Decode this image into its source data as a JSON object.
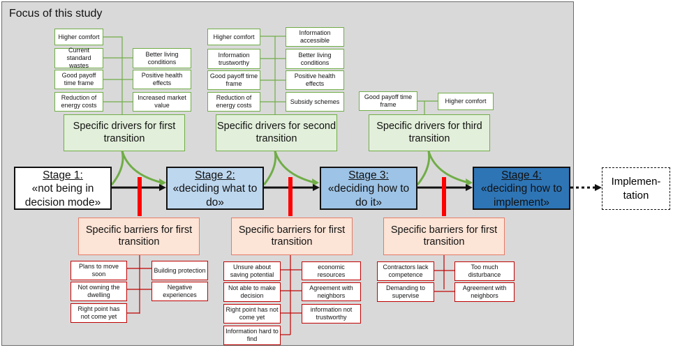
{
  "focus_title": "Focus of this study",
  "stages": [
    {
      "title": "Stage 1:",
      "text": "«not being in decision mode»"
    },
    {
      "title": "Stage 2:",
      "text": "«deciding what to do»"
    },
    {
      "title": "Stage 3:",
      "text": "«deciding how to do it»"
    },
    {
      "title": "Stage 4:",
      "text": "«deciding how to implement»"
    }
  ],
  "implementation": "Implemen-tation",
  "drivers": [
    {
      "label": "Specific drivers for first transition",
      "left": [
        "Higher comfort",
        "Current standard wastes",
        "Good payoff time frame",
        "Reduction of energy costs"
      ],
      "right": [
        "Better living conditions",
        "Positive health effects",
        "Increased market value"
      ]
    },
    {
      "label": "Specific drivers for second transition",
      "left": [
        "Higher comfort",
        "Information trustworthy",
        "Good payoff time frame",
        "Reduction of energy costs"
      ],
      "right": [
        "Information accessible",
        "Better living conditions",
        "Positive health effects",
        "Subsidy schemes"
      ]
    },
    {
      "label": "Specific drivers for third transition",
      "left": [
        "Good payoff time frame"
      ],
      "right": [
        "Higher comfort"
      ]
    }
  ],
  "barriers": [
    {
      "label": "Specific barriers for first transition",
      "left": [
        "Plans to move soon",
        "Not owning the dwelling",
        "Right point has not come yet"
      ],
      "right": [
        "Building protection",
        "Negative experiences"
      ]
    },
    {
      "label": "Specific barriers for first transition",
      "left": [
        "Unsure about saving potential",
        "Not able to make decision",
        "Right point has not come yet",
        "Information hard to find"
      ],
      "right": [
        "economic resources",
        "Agreement with neighbors",
        "information not trustworthy"
      ]
    },
    {
      "label": "Specific barriers for first transition",
      "left": [
        "Contractors lack competence",
        "Demanding to supervise"
      ],
      "right": [
        "Too much disturbance",
        "Agreement with neighbors"
      ]
    }
  ],
  "colors": {
    "stage1": "#ffffff",
    "stage2": "#bdd7ee",
    "stage3": "#9dc3e6",
    "stage4": "#2e75b6",
    "driver_fill": "#e2efda",
    "driver_border": "#70ad47",
    "barrier_fill": "#fce4d6",
    "barrier_border": "#e57a66",
    "small_barrier_border": "#c00000",
    "barrier_bar": "#ff0000"
  }
}
